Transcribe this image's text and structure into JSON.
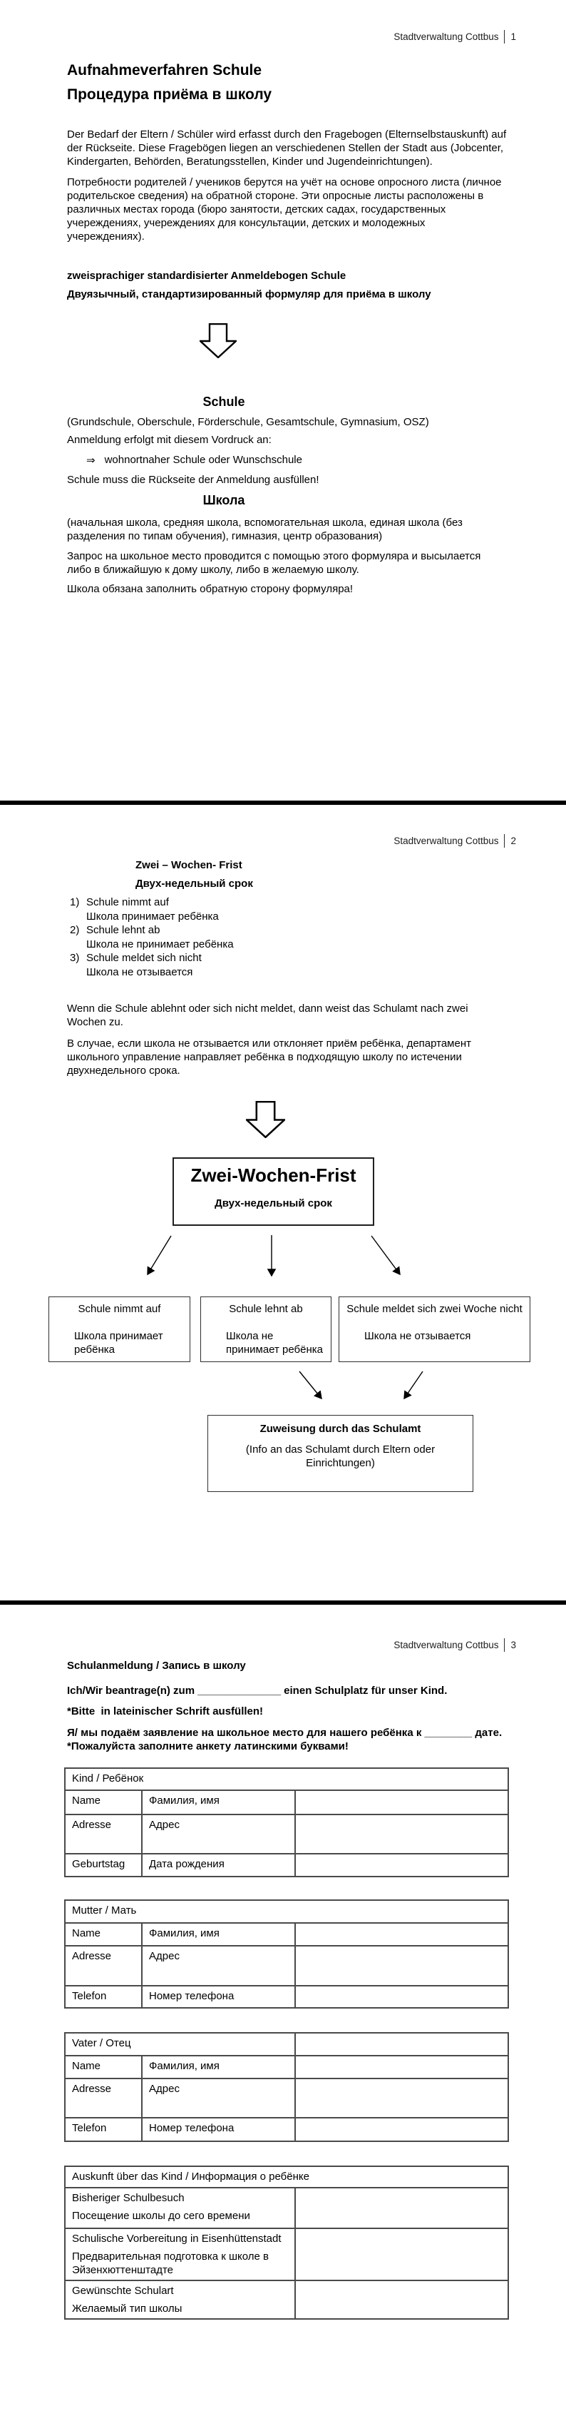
{
  "doc": {
    "brand": "Stadtverwaltung Cottbus"
  },
  "p1": {
    "page_num": "1",
    "title_de": "Aufnahmeverfahren Schule",
    "title_ru": "Процедура приёма в школу",
    "para_de": "Der Bedarf der Eltern / Schüler wird erfasst durch den Fragebogen (Elternselbstauskunft) auf\nder Rückseite. Diese Fragebögen liegen an verschiedenen Stellen der Stadt aus (Jobcenter,\nKindergarten, Behörden, Beratungsstellen, Kinder und Jugendeinrichtungen).",
    "para_ru": "Потребности родителей / учеников берутся на учёт на основе опросного листа (личное\nродительское сведения) на обратной стороне. Эти опросные листы расположены в\nразличных местах города (бюро занятости, детских садах, государственных\nучереждениях, учереждениях для консультации, детских и молодежных\nучереждениях).",
    "bold_de": "zweisprachiger standardisierter Anmeldebogen Schule",
    "bold_ru": "Двуязычный, стандартизированный формуляр для приёма в школу",
    "h_schule": "Schule",
    "schule_types": "(Grundschule, Oberschule, Förderschule, Gesamtschule, Gymnasium, OSZ)",
    "anmeldung": "Anmeldung erfolgt mit diesem Vordruck an:",
    "arrow_char": "⇒",
    "arrow_text": "wohnortnaher Schule oder Wunschschule",
    "schule_note": "Schule muss die Rückseite der Anmeldung ausfüllen!",
    "h_shkola": "Школа",
    "shkola_types": "(начальная школа, средняя школа, вспомогательная школа, единая школа (без\nразделения по типам обучения), гимназия, центр образования)",
    "zapros": "Запрос на школьное место проводится с помощью этого формуляра и высылается\nлибо в ближайшую к дому школу, либо в желаемую школу.",
    "shkola_note": "Школа обязана заполнить обратную сторону формуляра!"
  },
  "p2": {
    "page_num": "2",
    "title_de": "Zwei – Wochen- Frist",
    "title_ru": "Двух-недельный срок",
    "list": [
      {
        "num": "1)",
        "de": "Schule nimmt auf",
        "ru": "Школа принимает ребёнка"
      },
      {
        "num": "2)",
        "de": "Schule lehnt ab",
        "ru": "Школа не принимает ребёнка"
      },
      {
        "num": "3)",
        "de": "Schule meldet sich nicht",
        "ru": "Школа не отзывается"
      }
    ],
    "para_de": "Wenn die Schule ablehnt oder sich nicht meldet, dann weist das Schulamt nach zwei\nWochen zu.",
    "para_ru": "В случае, если школа не отзывается или отклоняет приём ребёнка, департамент\nшкольного управление направляет ребёнка в подходящую школу по истечении\nдвухнедельного срока.",
    "box_title_de": "Zwei-Wochen-Frist",
    "box_title_ru": "Двух-недельный срок",
    "boxes": [
      {
        "de": "Schule nimmt auf",
        "ru": "Школа принимает ребёнка"
      },
      {
        "de": "Schule lehnt ab",
        "ru": "Школа не\nпринимает ребёнка"
      },
      {
        "de": "Schule meldet sich zwei Woche nicht",
        "ru": "Школа не отзывается"
      }
    ],
    "result_title": "Zuweisung durch das Schulamt",
    "result_info": "(Info an das Schulamt durch Eltern oder\nEinrichtungen)"
  },
  "p3": {
    "page_num": "3",
    "title": "Schulanmeldung / Запись в школу",
    "line_de": "Ich/Wir beantrage(n) zum ______________ einen Schulplatz für unser Kind.",
    "note_de": "*Bitte  in lateinischer Schrift ausfüllen!",
    "line_ru": "Я/ мы подаём заявление на школьное место для нашего ребёнка к ________ дате.",
    "note_ru": "*Пожалуйста заполните анкету латинскими буквами!",
    "t_kind": {
      "header": "Kind / Ребёнок",
      "rows": [
        {
          "de": "Name",
          "ru": "Фамилия, имя"
        },
        {
          "de": "Adresse",
          "ru": "Адрес"
        },
        {
          "de": "Geburtstag",
          "ru": "Дата рождения"
        }
      ]
    },
    "t_mutter": {
      "header": "Mutter / Мать",
      "rows": [
        {
          "de": "Name",
          "ru": "Фамилия, имя"
        },
        {
          "de": "Adresse",
          "ru": "Адрес"
        },
        {
          "de": "Telefon",
          "ru": "Номер телефона"
        }
      ]
    },
    "t_vater": {
      "header": "Vater / Отец",
      "rows": [
        {
          "de": "Name",
          "ru": "Фамилия, имя"
        },
        {
          "de": "Adresse",
          "ru": "Адрес"
        },
        {
          "de": "Telefon",
          "ru": "Номер телефона"
        }
      ]
    },
    "t_auskunft": {
      "header": "Auskunft über das Kind / Информация о ребёнке",
      "rows": [
        {
          "de": "Bisheriger Schulbesuch",
          "ru": "Посещение школы до сего времени"
        },
        {
          "de": "Schulische Vorbereitung in Eisenhüttenstadt",
          "ru": "Предварительная подготовка к школе в\nЭйзенхюттенштадте"
        },
        {
          "de": "Gewünschte Schulart",
          "ru": "Желаемый тип школы"
        }
      ]
    }
  }
}
